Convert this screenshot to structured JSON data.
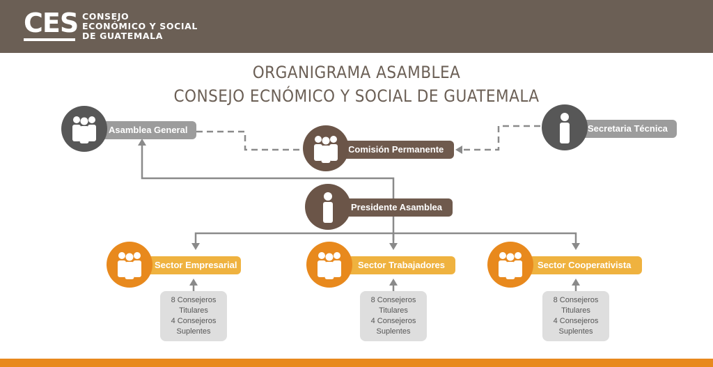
{
  "header": {
    "logo_abbr": "CES",
    "logo_lines": [
      "CONSEJO",
      "ECONÓMICO Y SOCIAL",
      "DE GUATEMALA"
    ]
  },
  "title": {
    "line1": "ORGANIGRAMA ASAMBLEA",
    "line2": "CONSEJO ECNÓMICO Y SOCIAL DE GUATEMALA"
  },
  "nodes": {
    "asamblea_general": "Asamblea General",
    "comision_permanente": "Comisión Permanente",
    "secretaria_tecnica": "Secretaria Técnica",
    "presidente_asamblea": "Presidente Asamblea",
    "sector_empresarial": "Sector Empresarial",
    "sector_trabajadores": "Sector Trabajadores",
    "sector_cooperativista": "Sector Cooperativista"
  },
  "notes": {
    "empresarial": [
      "8 Consejeros",
      "Titulares",
      "4 Consejeros",
      "Suplentes"
    ],
    "trabajadores": [
      "8 Consejeros",
      "Titulares",
      "4 Consejeros",
      "Suplentes"
    ],
    "cooperativista": [
      "8 Consejeros",
      "Titulares",
      "4 Consejeros",
      "Suplentes"
    ]
  },
  "colors": {
    "header": "#6b5f55",
    "gray_circle": "#575757",
    "gray_pill": "#9c9c9c",
    "brown": "#6b5548",
    "orange_circle": "#e8891d",
    "orange_pill": "#efb23f",
    "footer": "#e8891d"
  },
  "icons": {
    "group": "people-group-icon",
    "single": "person-icon"
  }
}
